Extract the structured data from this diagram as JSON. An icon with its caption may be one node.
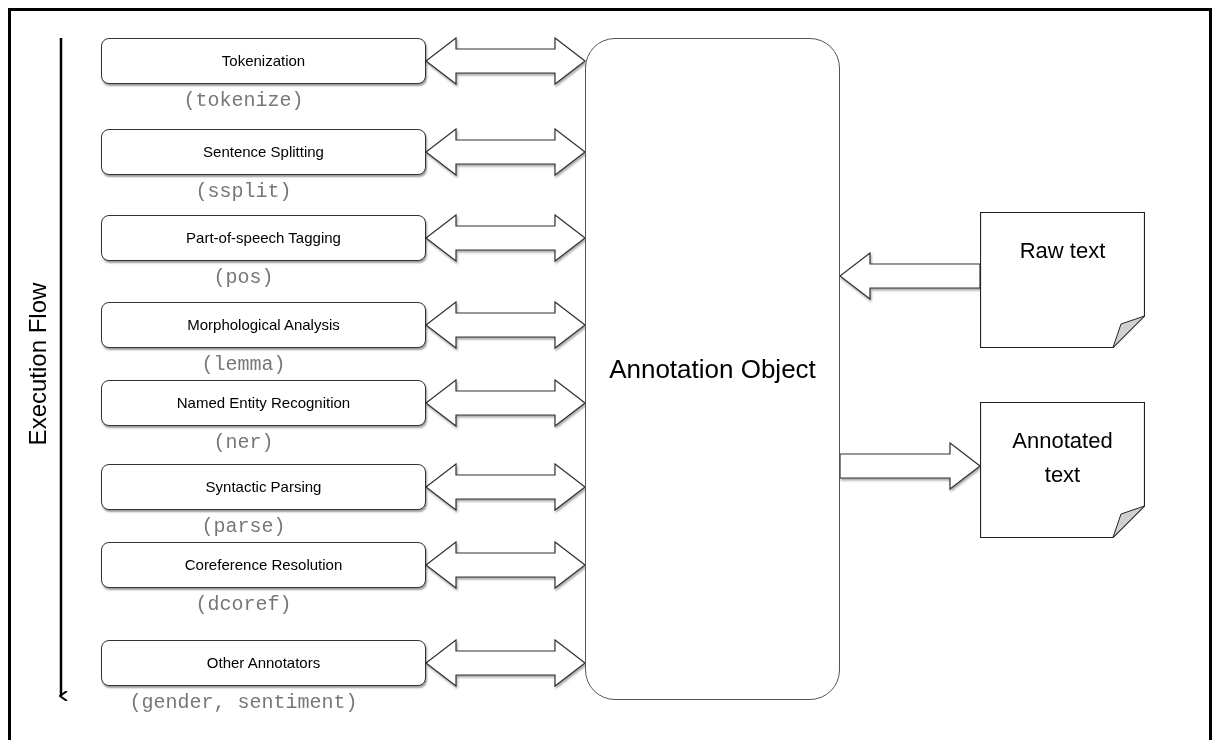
{
  "diagram": {
    "nodes": [
      {
        "text": [
          "Tokenization"
        ],
        "beside": [
          "(tokenize)"
        ]
      },
      {
        "text": [
          "Sentence Splitting"
        ],
        "beside": [
          "(ssplit)"
        ]
      },
      {
        "text": [
          "Part-of-speech Tagging"
        ],
        "beside": [
          "(pos)"
        ]
      },
      {
        "text": [
          "Morphological Analysis"
        ],
        "beside": [
          "(lemma)"
        ]
      },
      {
        "text": [
          "Named Entity Recognition"
        ],
        "beside": [
          "(ner)"
        ]
      },
      {
        "text": [
          "Syntactic Parsing"
        ],
        "beside": [
          "(parse)"
        ]
      },
      {
        "text": [
          "Coreference Resolution"
        ],
        "beside": [
          "(dcoref)"
        ]
      },
      {
        "text": [
          "Other Annotators"
        ],
        "beside": [
          "(gender, sentiment)"
        ]
      },
      {
        "text": [
          "Annotation Object"
        ]
      },
      {
        "text": [
          "Raw text"
        ]
      },
      {
        "text": [
          "Annotated text"
        ]
      }
    ],
    "edges": [
      {
        "from": 0,
        "to": 8,
        "arrow": "both"
      },
      {
        "from": 1,
        "to": 8,
        "arrow": "both"
      },
      {
        "from": 2,
        "to": 8,
        "arrow": "both"
      },
      {
        "from": 3,
        "to": 8,
        "arrow": "both"
      },
      {
        "from": 4,
        "to": 8,
        "arrow": "both"
      },
      {
        "from": 5,
        "to": 8,
        "arrow": "both"
      },
      {
        "from": 6,
        "to": 8,
        "arrow": "both"
      },
      {
        "from": 7,
        "to": 8,
        "arrow": "both"
      },
      {
        "from": 9,
        "to": 8,
        "arrow": "to"
      },
      {
        "from": 8,
        "to": 10,
        "arrow": "to"
      }
    ],
    "labels": [
      "Execution Flow"
    ]
  }
}
